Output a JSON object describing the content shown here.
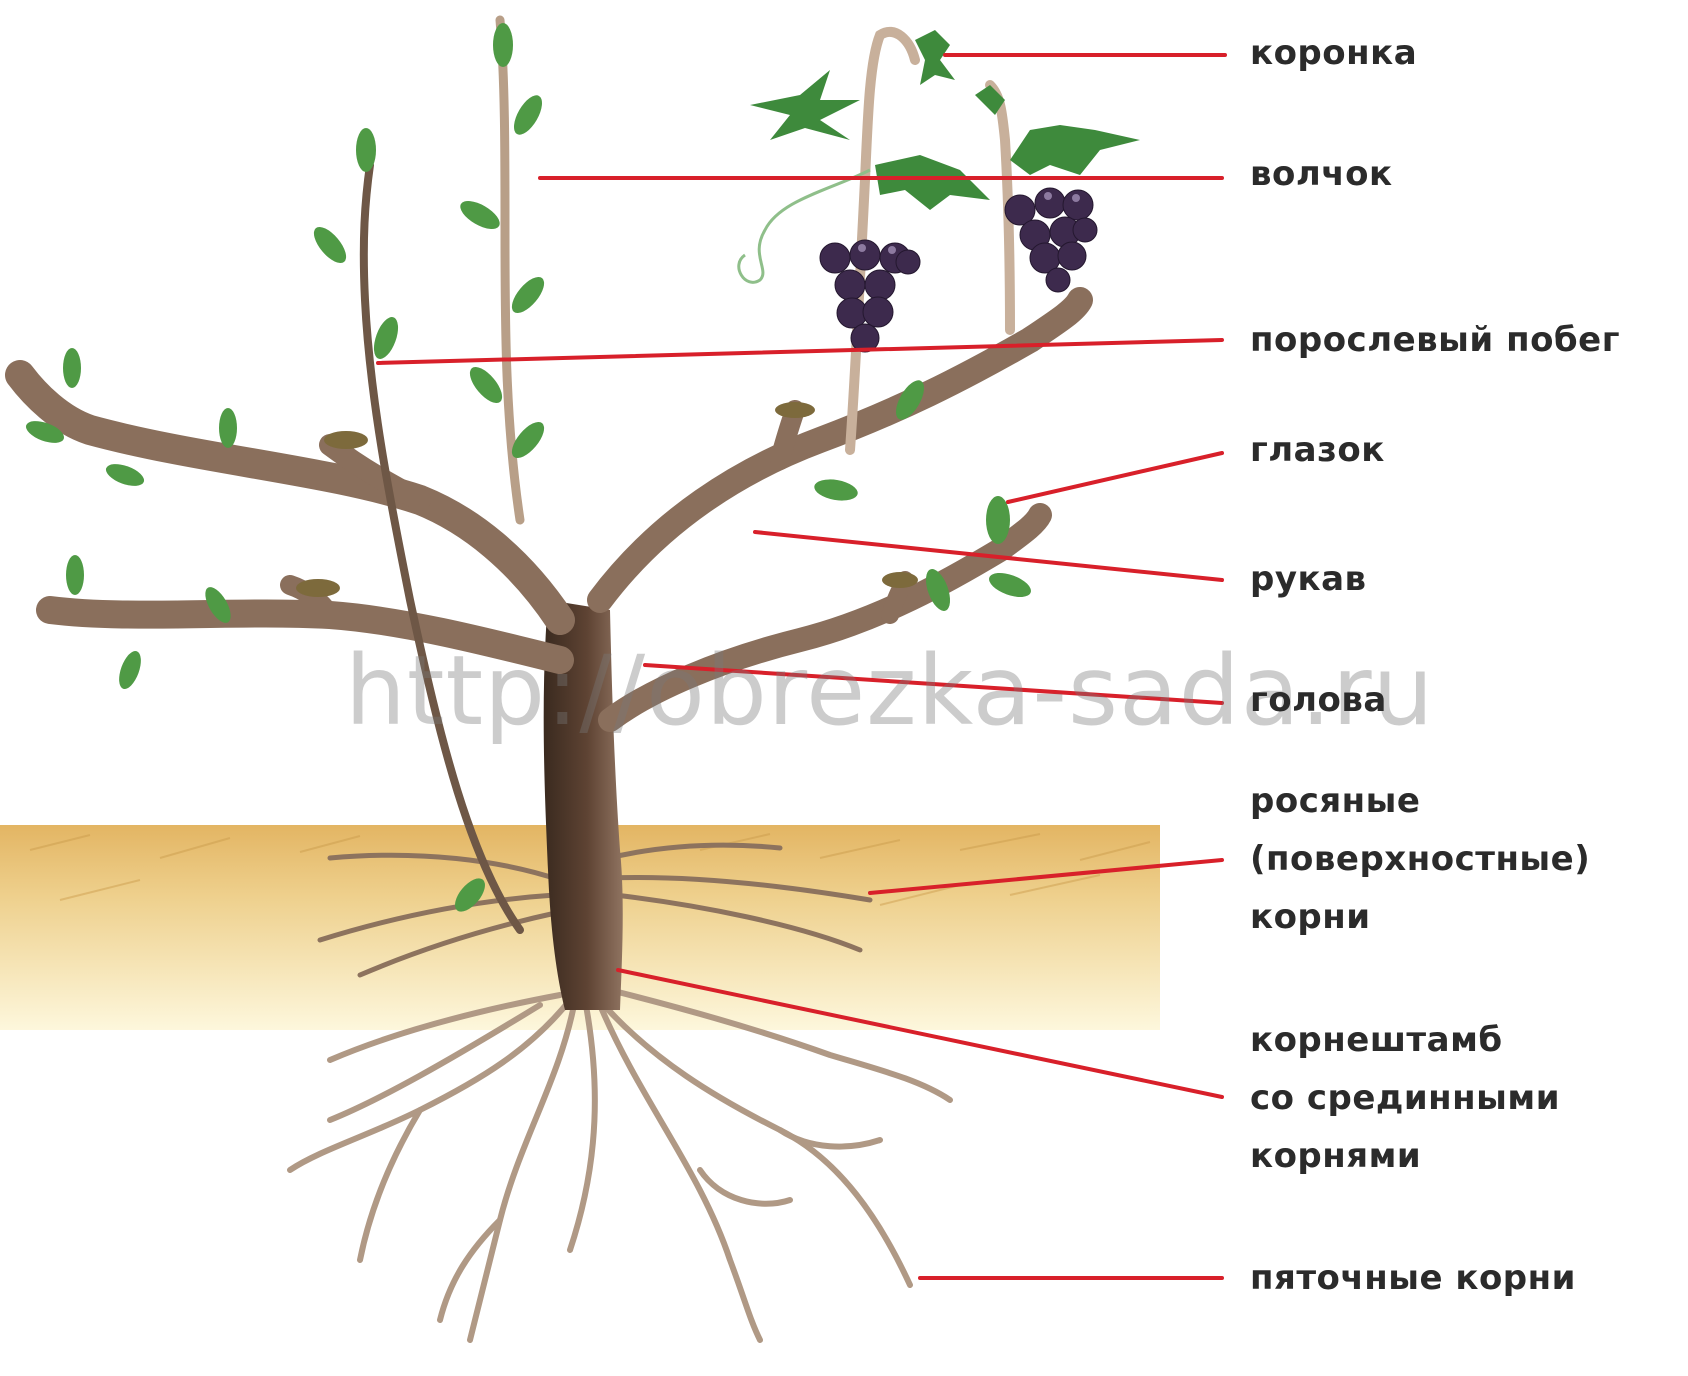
{
  "labels": {
    "koronka": "коронка",
    "volchok": "волчок",
    "poroslevy": "порослевый побег",
    "glazok": "глазок",
    "rukav": "рукав",
    "golova": "голова",
    "rosyanye_1": "росяные",
    "rosyanye_2": "(поверхностные)",
    "rosyanye_3": "корни",
    "korneshtamb_1": "корнештамб",
    "korneshtamb_2": "со срединными",
    "korneshtamb_3": "корнями",
    "pyatochnye": "пяточные корни"
  },
  "watermark": "http://obrezka-sada.ru",
  "colors": {
    "leader_line": "#d8202a",
    "bark": "#8f7360",
    "bark_dark": "#6b5242",
    "leaf": "#4f9a45",
    "grape": "#3d2a4d",
    "soil_top": "#e7bd6e",
    "soil_bottom": "#fbf3cf",
    "root": "#a58e7a",
    "text": "#2b2b2b"
  }
}
